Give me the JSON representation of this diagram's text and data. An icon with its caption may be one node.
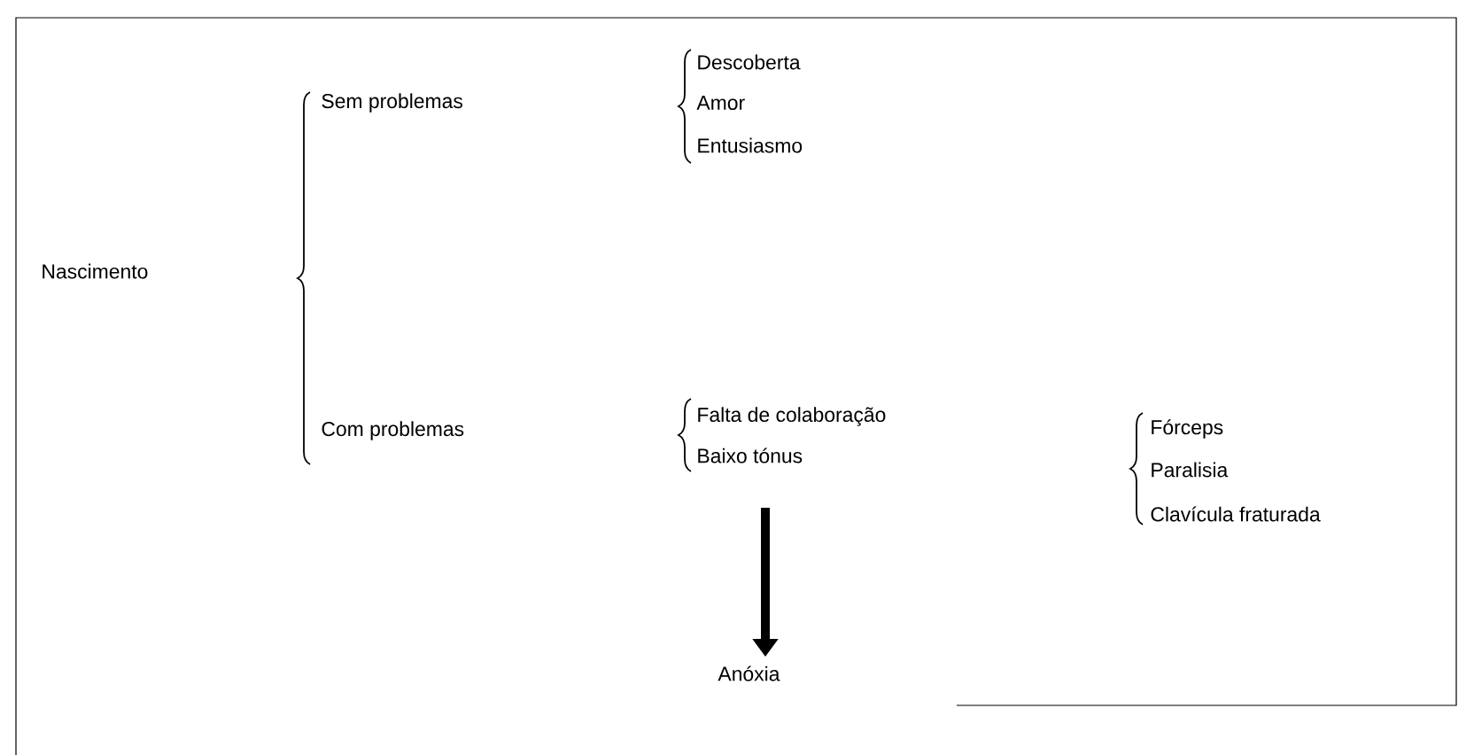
{
  "diagram": {
    "nodes": [
      {
        "text": [
          "Nascimento"
        ]
      },
      {
        "text": [
          "Sem problemas"
        ]
      },
      {
        "text": [
          "Descoberta"
        ]
      },
      {
        "text": [
          "Amor"
        ]
      },
      {
        "text": [
          "Entusiasmo"
        ]
      },
      {
        "text": [
          "Com problemas"
        ]
      },
      {
        "text": [
          "Falta de colaboração"
        ]
      },
      {
        "text": [
          "Baixo tónus"
        ]
      },
      {
        "text": [
          "Fórceps"
        ]
      },
      {
        "text": [
          "Paralisia"
        ]
      },
      {
        "text": [
          "Clavícula fraturada"
        ]
      },
      {
        "text": [
          "Anóxia"
        ]
      }
    ],
    "edges": [
      {
        "from": 7,
        "to": 11,
        "arrow": "to"
      }
    ]
  }
}
